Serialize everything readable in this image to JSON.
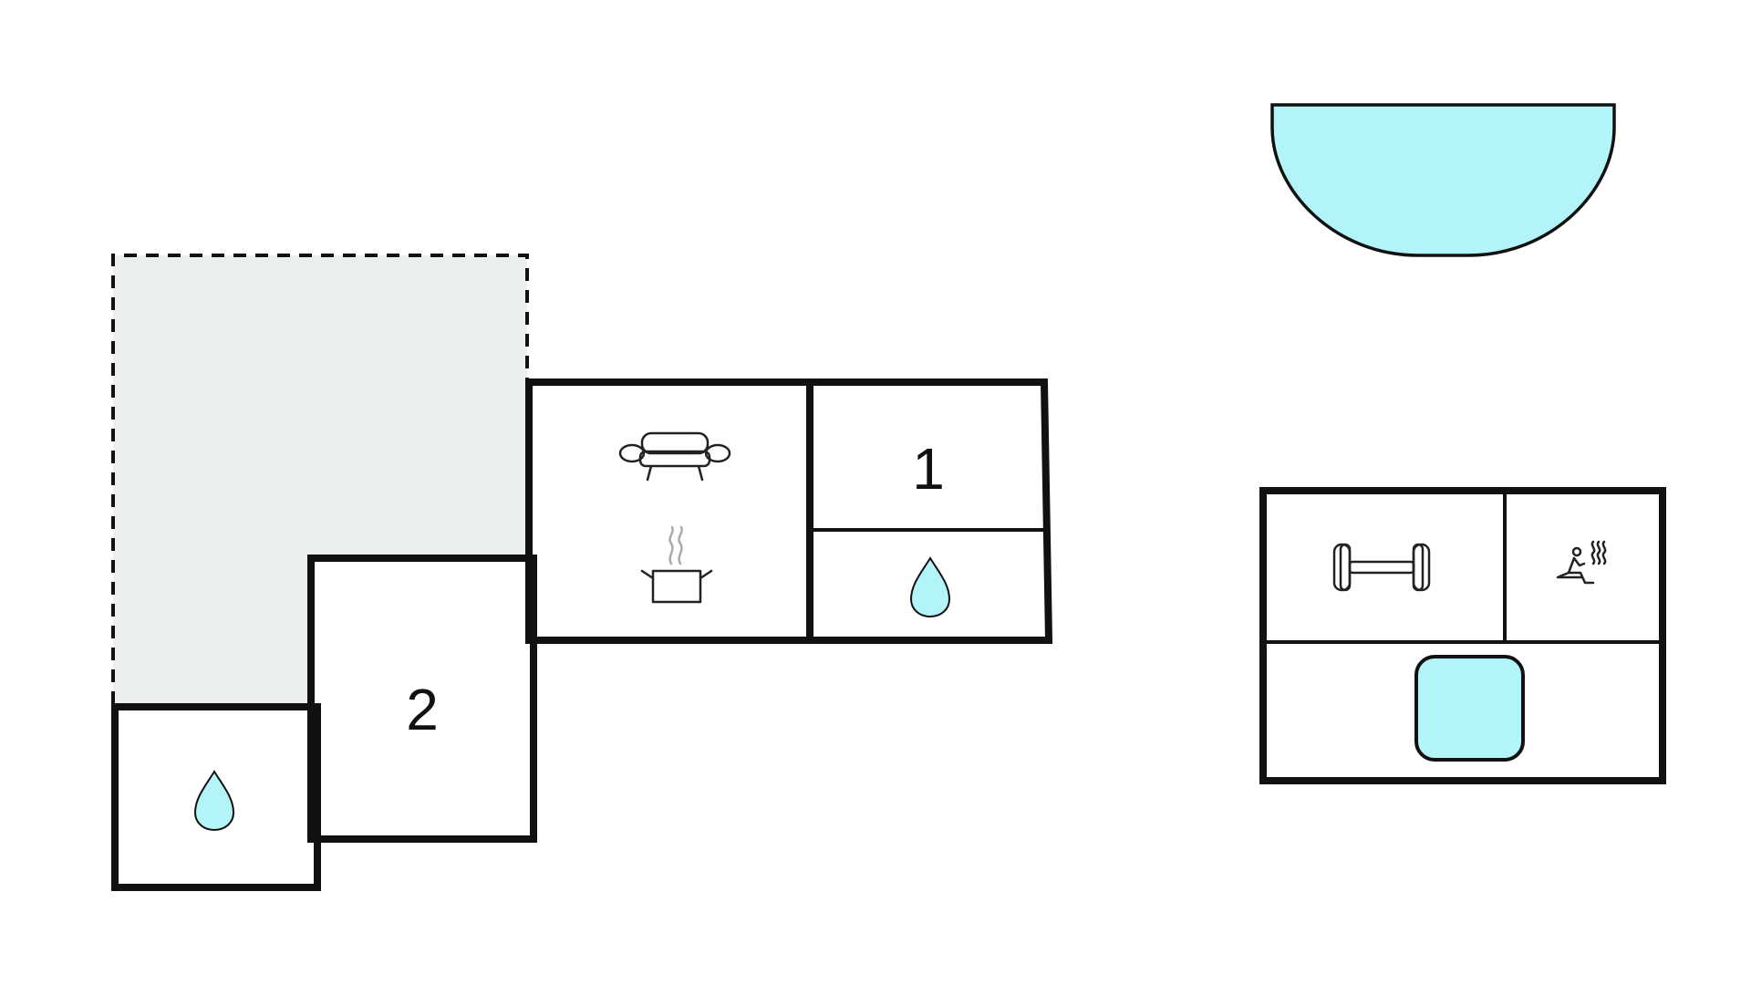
{
  "floorplan": {
    "rooms": [
      {
        "id": "bedroom-1",
        "label": "1"
      },
      {
        "id": "bedroom-2",
        "label": "2"
      }
    ],
    "icons": [
      "sofa-icon",
      "cooking-pot-icon",
      "water-drop-icon",
      "water-drop-icon",
      "dumbbell-icon",
      "sauna-icon"
    ],
    "colors": {
      "water": "#b3f4f8",
      "terrace": "#ebf0ef",
      "wall": "#111111",
      "background": "#ffffff"
    }
  }
}
